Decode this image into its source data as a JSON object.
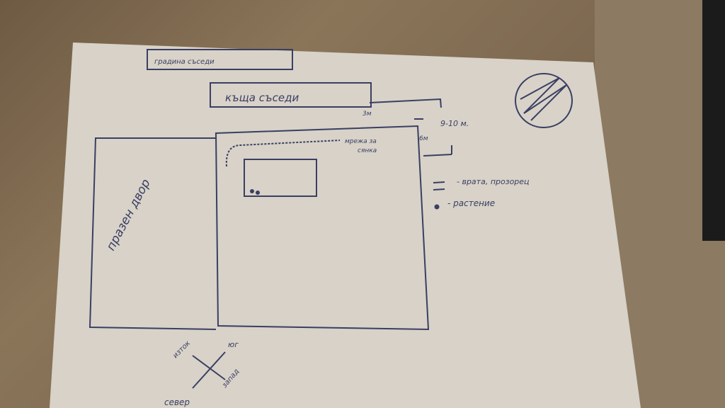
{
  "labels": {
    "neighbor_garden": "градина съседи",
    "neighbor_house": "къща съседи",
    "dist_3m": "3м",
    "dist_9_10m": "9-10 м.",
    "shade_net_line1": "мрежа за",
    "shade_net_line2": "сянка",
    "dist_6m": "6м",
    "empty_yard": "празен двор",
    "legend_door_window": "- врата, прозорец",
    "legend_plant": "- растение",
    "east": "изток",
    "south": "юг",
    "west": "запад",
    "north": "север"
  },
  "colors": {
    "ink": "#3a3f63",
    "paper": "#d9d3c9"
  }
}
